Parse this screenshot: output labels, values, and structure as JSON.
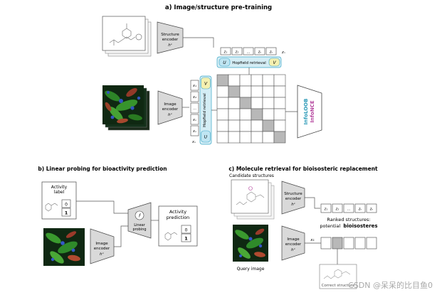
{
  "section_a": {
    "title": "a) Image/structure pre-training",
    "structure_encoder": [
      "Structure",
      "encoder",
      "hˢ"
    ],
    "image_encoder": [
      "Image",
      "encoder",
      "hˣ"
    ],
    "hopfield_retrieval": "Hopfield retrieval",
    "U_label": "U",
    "V_label": "V",
    "z_labels": [
      "z₁",
      "z₂",
      "…",
      "zₙ",
      "zₙ"
    ],
    "x_labels": [
      "x₁",
      "x₂",
      "…",
      "xₙ",
      "xₙ"
    ],
    "loss_infoloob": "InfoLOOB",
    "loss_infonce": "InfoNCE",
    "z_tail": "zₙ",
    "x_tail": "xₙ"
  },
  "section_b": {
    "title": "b) Linear probing for bioactivity prediction",
    "activity_label": [
      "Activity",
      "label"
    ],
    "label_values": [
      "0",
      "1"
    ],
    "linear_probing": [
      "Linear",
      "probing"
    ],
    "f_symbol": "f",
    "activity_prediction": [
      "Activity",
      "prediction"
    ],
    "prediction_values": [
      "0",
      "1"
    ],
    "image_encoder": [
      "Image",
      "encoder",
      "hˣ"
    ]
  },
  "section_c": {
    "title": "c) Molecule retrieval for bioisosteric replacement",
    "candidate_structures": "Candidate structures",
    "structure_encoder": [
      "Structure",
      "encoder",
      "hˢ"
    ],
    "image_encoder": [
      "Image",
      "encoder",
      "hˣ"
    ],
    "ranked_structures": [
      "Ranked structures:",
      "potential"
    ],
    "bioisosteres": "bioisosteres",
    "query_image": "Query image",
    "x1_label": "x₁",
    "z_labels": [
      "z₁",
      "z₂",
      "…",
      "zₙ",
      "zₙ"
    ],
    "correct_structure": "Correct structure"
  },
  "watermark": "CSDN @呆呆的比目鱼0",
  "colors": {
    "hopfield_fill": "#d4edf5",
    "hopfield_stroke": "#3aa6c7",
    "u_fill": "#bfe5f2",
    "v_fill": "#f4f0b0",
    "infoloob": "#2e9bb8",
    "infonce": "#b5459e",
    "diag_cell": "#b8b8b8",
    "encoder_fill": "#d9d9d9"
  }
}
